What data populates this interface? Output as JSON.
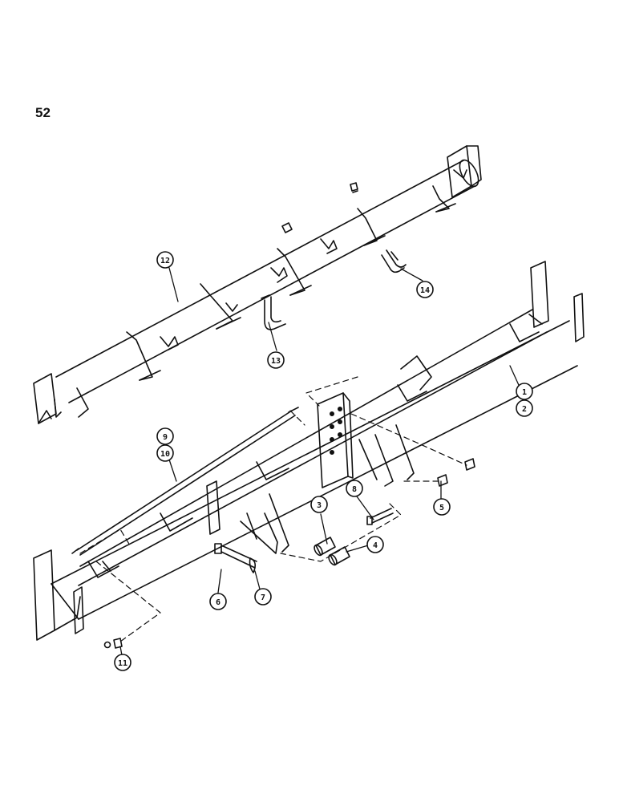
{
  "page_number": "52",
  "callouts": [
    {
      "id": "c1",
      "label": "1"
    },
    {
      "id": "c2",
      "label": "2"
    },
    {
      "id": "c3",
      "label": "3"
    },
    {
      "id": "c4",
      "label": "4"
    },
    {
      "id": "c5",
      "label": "5"
    },
    {
      "id": "c6",
      "label": "6"
    },
    {
      "id": "c7",
      "label": "7"
    },
    {
      "id": "c8",
      "label": "8"
    },
    {
      "id": "c9",
      "label": "9"
    },
    {
      "id": "c10",
      "label": "10"
    },
    {
      "id": "c11",
      "label": "11"
    },
    {
      "id": "c12",
      "label": "12"
    },
    {
      "id": "c13",
      "label": "13"
    },
    {
      "id": "c14",
      "label": "14"
    }
  ],
  "colors": {
    "ink": "#111111",
    "paper": "#ffffff"
  }
}
